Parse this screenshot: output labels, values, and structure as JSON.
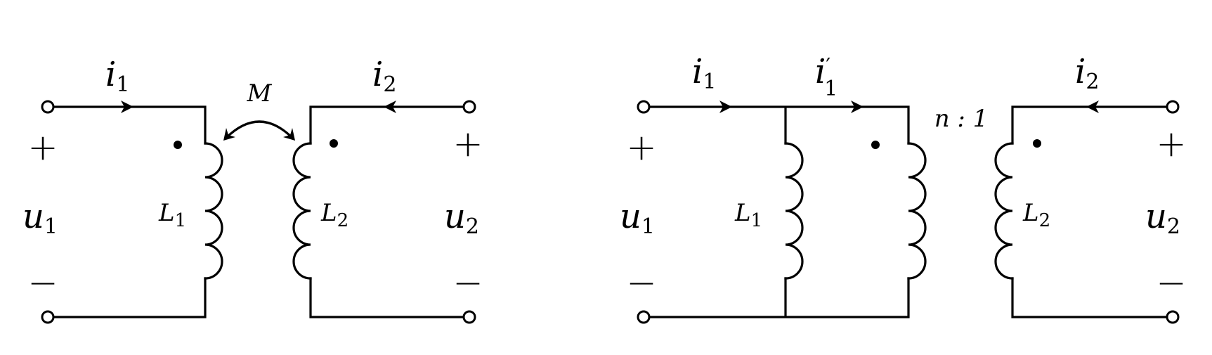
{
  "left_circuit": {
    "current_in": {
      "symbol": "i",
      "sub": "1"
    },
    "current_out": {
      "symbol": "i",
      "sub": "2"
    },
    "mutual": "M",
    "voltage_in": {
      "symbol": "u",
      "sub": "1"
    },
    "voltage_out": {
      "symbol": "u",
      "sub": "2"
    },
    "inductor_1": {
      "symbol": "L",
      "sub": "1"
    },
    "inductor_2": {
      "symbol": "L",
      "sub": "2"
    },
    "plus": "+",
    "minus": "−"
  },
  "right_circuit": {
    "current_in": {
      "symbol": "i",
      "sub": "1"
    },
    "current_branch": {
      "symbol": "i",
      "prime": "′",
      "sub": "1"
    },
    "current_out": {
      "symbol": "i",
      "sub": "2"
    },
    "ratio": "n : 1",
    "voltage_in": {
      "symbol": "u",
      "sub": "1"
    },
    "voltage_out": {
      "symbol": "u",
      "sub": "2"
    },
    "inductor_1": {
      "symbol": "L",
      "sub": "1"
    },
    "inductor_2": {
      "symbol": "L",
      "sub": "2"
    },
    "plus": "+",
    "minus": "−"
  }
}
